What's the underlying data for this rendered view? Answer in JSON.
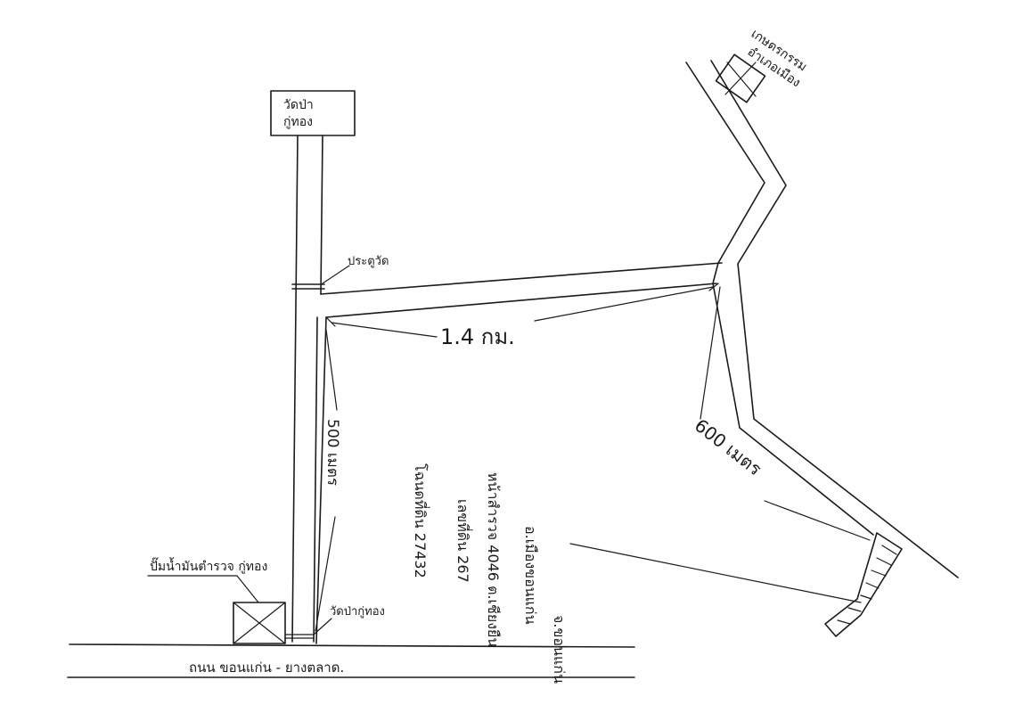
{
  "map": {
    "landmarks": {
      "temple_box": {
        "line1": "วัดป่า",
        "line2": "กู่ทอง"
      },
      "temple_gate": "ประตูวัด",
      "temple_near_road": "วัดป่ากู่ทอง",
      "gas_station": "ปั๊มน้ำมันตำรวจ กู่ทอง",
      "agri_office": {
        "line1": "เกษตรกรรม",
        "line2": "อำเภอเมือง"
      }
    },
    "main_road": "ถนน ขอนแก่น - ยางตลาด.",
    "distances": {
      "horizontal": "1.4 กม.",
      "vertical_left": "500 เมตร",
      "diagonal_right": "600 เมตร"
    },
    "parcel_text": [
      "โฉนดที่ดิน 27432",
      "เลขที่ดิน 267",
      "หน้าสำรวจ 4046 ต.เชียงยืน",
      "อ.เมืองขอนแก่น",
      "จ.ขอนแก่น"
    ]
  }
}
